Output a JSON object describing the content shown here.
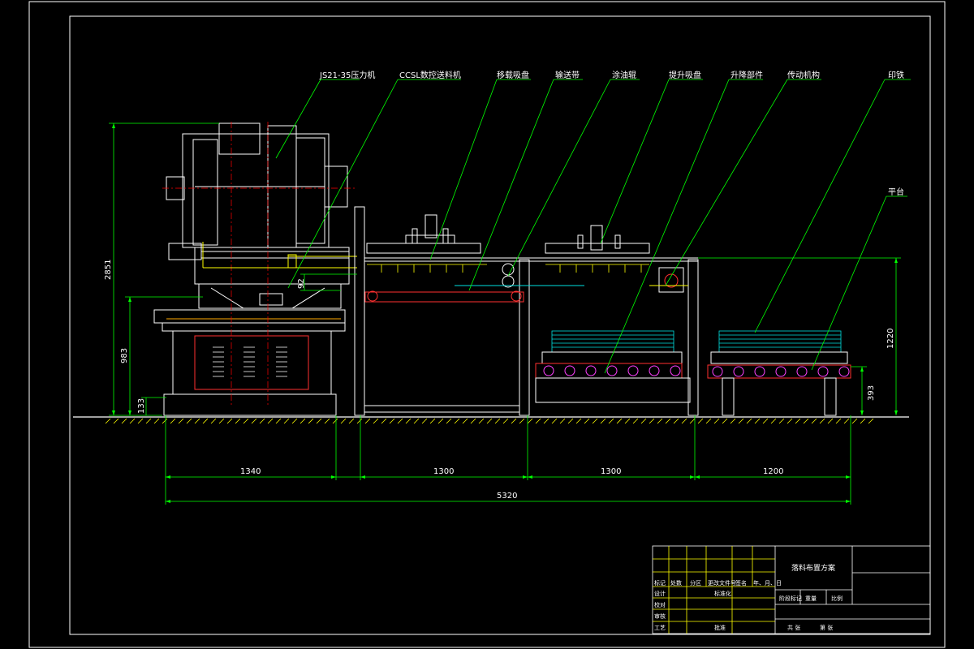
{
  "callouts": {
    "press": "JS21-35压力机",
    "feeder": "CCSL数控送料机",
    "transfer_suction": "移载吸盘",
    "conveyor": "输送带",
    "oil_roller": "涂油辊",
    "lift_suction": "提升吸盘",
    "lift_part": "升降部件",
    "drive": "传动机构",
    "stack": "印铁",
    "platform": "平台"
  },
  "dimensions": {
    "total_height": "2851",
    "press_height": "983",
    "base_height": "133",
    "feed_offset": "92",
    "line_height": "1220",
    "platform_height": "393",
    "seg_press": "1340",
    "seg_1": "1300",
    "seg_2": "1300",
    "seg_3": "1200",
    "total_length": "5320"
  },
  "title_block": {
    "drawing_title": "落料布置方案",
    "r1": [
      "标记",
      "处数",
      "分区",
      "更改文件号",
      "签名",
      "年、月、日"
    ],
    "r2": [
      "设计",
      "",
      "",
      "标准化"
    ],
    "r3": [
      "校对"
    ],
    "r4": [
      "审核"
    ],
    "r5": [
      "工艺",
      "",
      "",
      "批准"
    ],
    "stage_label": "阶段标记",
    "weight_label": "重量",
    "scale_label": "比例",
    "sheets_label": "共    张",
    "sheet_label": "第    张"
  },
  "colors": {
    "frame": "#ffffff",
    "machine": "#ffffff",
    "dimension": "#00ff00",
    "callout": "#00ff00",
    "centerline": "#ff0000",
    "detail_red": "#ff3030",
    "accent_yellow": "#ffff00",
    "stack_cyan": "#00e0e0",
    "roller_magenta": "#ff40ff",
    "ground_hatch": "#ffff00",
    "dim_text": "#ffffff",
    "titleblock": "#ffff00"
  }
}
